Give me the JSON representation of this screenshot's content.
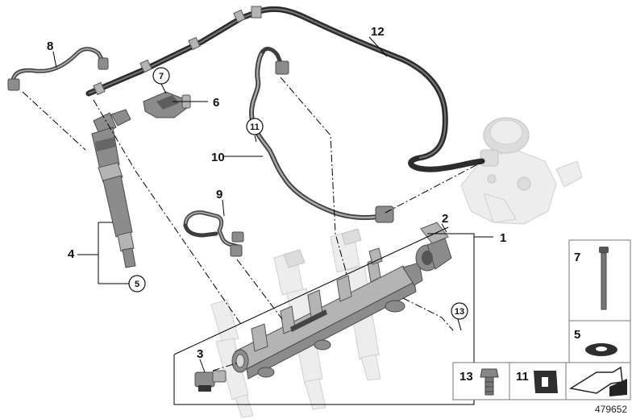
{
  "diagram": {
    "callouts": {
      "p1": "1",
      "p2": "2",
      "p3": "3",
      "p4": "4",
      "p5": "5",
      "p6": "6",
      "p7": "7",
      "p8": "8",
      "p9": "9",
      "p10": "10",
      "p11": "11",
      "p12": "12",
      "p13": "13"
    },
    "circled_refs": {
      "r7": "7",
      "r11": "11",
      "r5": "5",
      "r13": "13"
    },
    "legend": {
      "cell_7": "7",
      "cell_5": "5",
      "cell_13": "13",
      "cell_11": "11"
    },
    "image_number": "479652"
  }
}
